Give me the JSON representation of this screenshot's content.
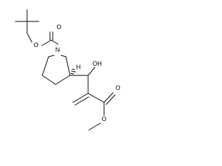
{
  "atoms": {
    "boc_ether_oxygen": "O",
    "boc_carbonyl_oxygen": "O",
    "ring_nitrogen": "N",
    "stereo_hydrogen": "H",
    "hydroxyl": "OH",
    "ester_carbonyl_oxygen": "O",
    "ester_ether_oxygen": "O"
  }
}
